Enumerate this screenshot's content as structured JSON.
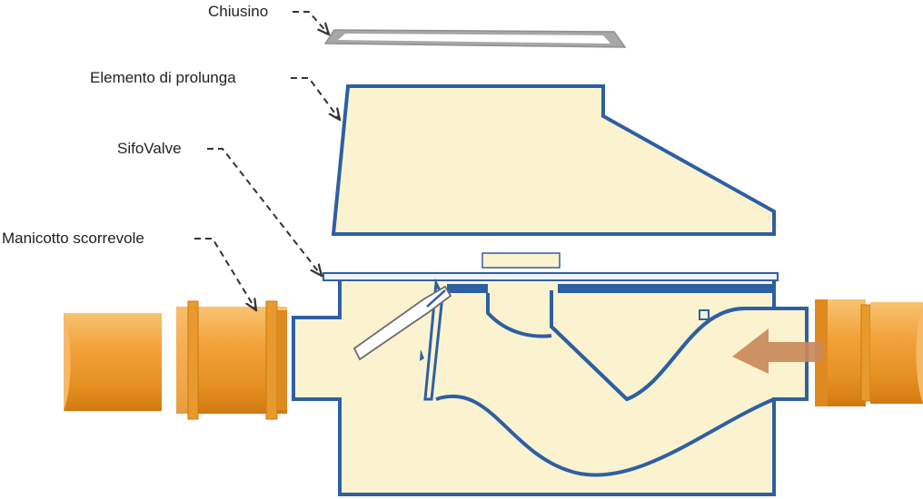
{
  "labels": {
    "chiusino": "Chiusino",
    "elemento": "Elemento di prolunga",
    "sifovalve": "SifoValve",
    "manicotto": "Manicotto scorrevole"
  },
  "colors": {
    "body_fill": "#FBF3CF",
    "outline_blue": "#2E5FA3",
    "pipe_orange": "#F2A33C",
    "flow_arrow": "#C98A5A",
    "lid_grey": "#A7A7A7"
  },
  "icons": {
    "flow_direction": "arrow-left-icon"
  }
}
